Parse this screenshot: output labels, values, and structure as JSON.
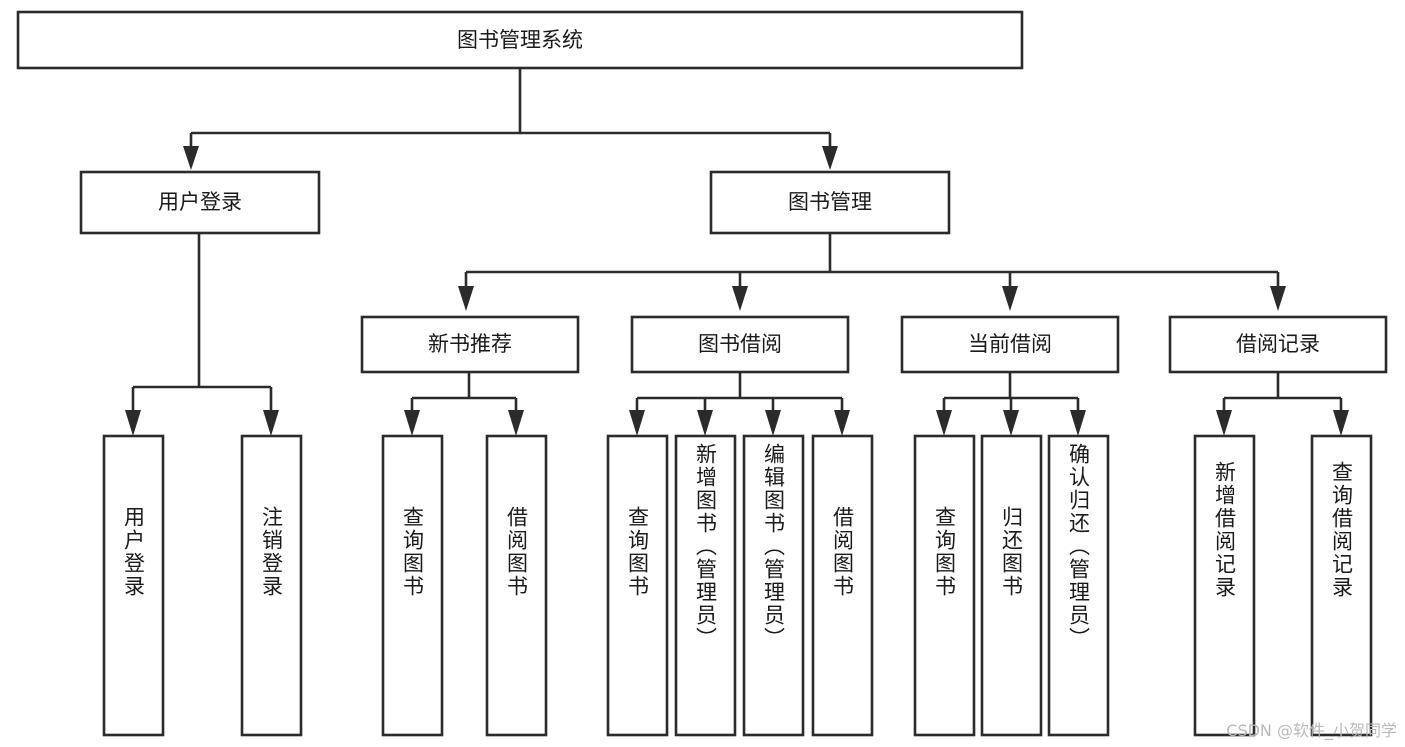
{
  "diagram": {
    "type": "tree-hierarchy",
    "title": "图书管理系统",
    "watermark": "CSDN @软件_小贺同学",
    "colors": {
      "stroke": "#2b2b2b",
      "box_fill": "#ffffff",
      "text": "#1a1a1a",
      "background": "#ffffff",
      "watermark": "#b9b9b9"
    },
    "levels": {
      "root": {
        "label": "图书管理系统",
        "orientation": "horizontal"
      },
      "level2": [
        {
          "label": "用户登录",
          "orientation": "horizontal"
        },
        {
          "label": "图书管理",
          "orientation": "horizontal"
        }
      ],
      "level3": [
        {
          "label": "新书推荐",
          "orientation": "horizontal"
        },
        {
          "label": "图书借阅",
          "orientation": "horizontal"
        },
        {
          "label": "当前借阅",
          "orientation": "horizontal"
        },
        {
          "label": "借阅记录",
          "orientation": "horizontal"
        }
      ],
      "leaves": {
        "user_login": [
          {
            "label": "用户登录",
            "orientation": "vertical"
          },
          {
            "label": "注销登录",
            "orientation": "vertical"
          }
        ],
        "new_book_recommend": [
          {
            "label": "查询图书",
            "orientation": "vertical"
          },
          {
            "label": "借阅图书",
            "orientation": "vertical"
          }
        ],
        "book_borrow": [
          {
            "label": "查询图书",
            "orientation": "vertical"
          },
          {
            "label": "新增图书（管理员）",
            "orientation": "vertical"
          },
          {
            "label": "编辑图书（管理员）",
            "orientation": "vertical"
          },
          {
            "label": "借阅图书",
            "orientation": "vertical"
          }
        ],
        "current_borrow": [
          {
            "label": "查询图书",
            "orientation": "vertical"
          },
          {
            "label": "归还图书",
            "orientation": "vertical"
          },
          {
            "label": "确认归还（管理员）",
            "orientation": "vertical"
          }
        ],
        "borrow_records": [
          {
            "label": "新增借阅记录",
            "orientation": "vertical"
          },
          {
            "label": "查询借阅记录",
            "orientation": "vertical"
          }
        ]
      }
    }
  }
}
